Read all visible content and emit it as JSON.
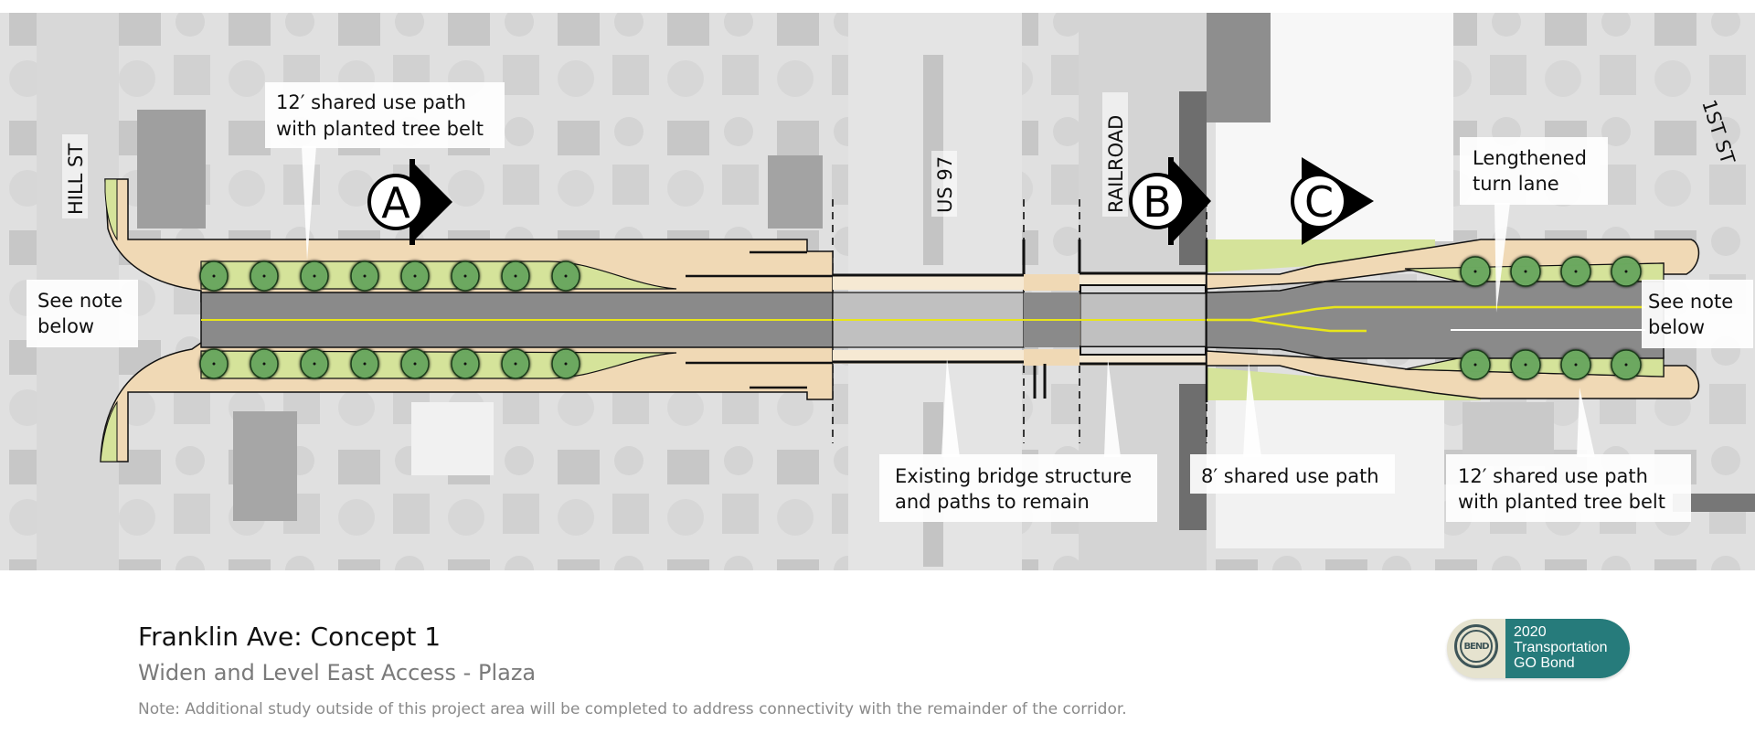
{
  "map": {
    "street_labels": {
      "hill_st": "HILL ST",
      "us_97": "US 97",
      "railroad": "RAILROAD",
      "first_st": "1ST ST"
    },
    "section_markers": [
      {
        "letter": "A",
        "icon": "section-arrow-right-icon"
      },
      {
        "letter": "B",
        "icon": "section-arrow-right-icon"
      },
      {
        "letter": "C",
        "icon": "section-arrow-right-icon"
      }
    ],
    "callouts": {
      "west_path": {
        "line1": "12′ shared use path",
        "line2": "with planted tree belt"
      },
      "see_note_west": {
        "line1": "See note",
        "line2": "below"
      },
      "turn_lane": {
        "line1": "Lengthened",
        "line2": "turn lane"
      },
      "see_note_east": {
        "line1": "See note",
        "line2": "below"
      },
      "bridge": {
        "line1": "Existing bridge structure",
        "line2": "and paths to remain"
      },
      "eight_ft_path": {
        "line1": "8′ shared use path"
      },
      "east_path": {
        "line1": "12′ shared use path",
        "line2": "with planted tree belt"
      }
    },
    "colors": {
      "sidewalk": "#f0d9b5",
      "planting": "#d5e39a",
      "tree": "#6fae63",
      "road": "#8a8a8a",
      "bridge_road": "#c0c0c0",
      "centerline": "#e8e51a"
    }
  },
  "footer": {
    "title": "Franklin Ave:  Concept 1",
    "subtitle": "Widen and Level East Access - Plaza",
    "note": "Note: Additional study outside of this project area will be completed to address connectivity with the remainder of the corridor."
  },
  "logo": {
    "seal_text": "BEND",
    "line1": "2020",
    "line2": "Transportation",
    "line3": "GO Bond",
    "band_color": "#267b7b"
  }
}
